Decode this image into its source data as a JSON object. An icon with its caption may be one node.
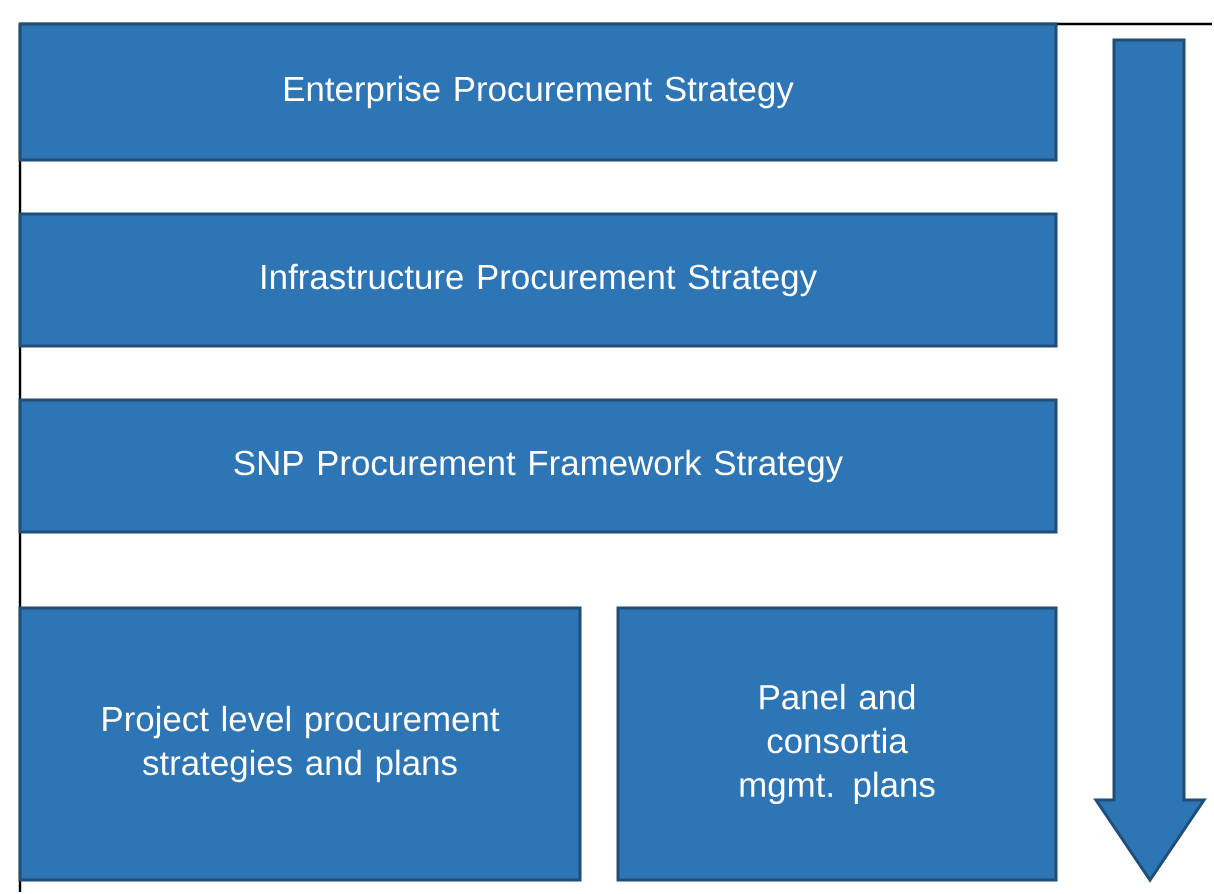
{
  "diagram": {
    "nodes": [
      {
        "text": [
          "Enterprise Procurement Strategy"
        ]
      },
      {
        "text": [
          "Infrastructure Procurement Strategy"
        ]
      },
      {
        "text": [
          "SNP Procurement Framework Strategy"
        ]
      },
      {
        "text": [
          "Project level procurement strategies and plans"
        ]
      },
      {
        "text": [
          "Panel and consortia mgmt. plans"
        ]
      }
    ]
  }
}
